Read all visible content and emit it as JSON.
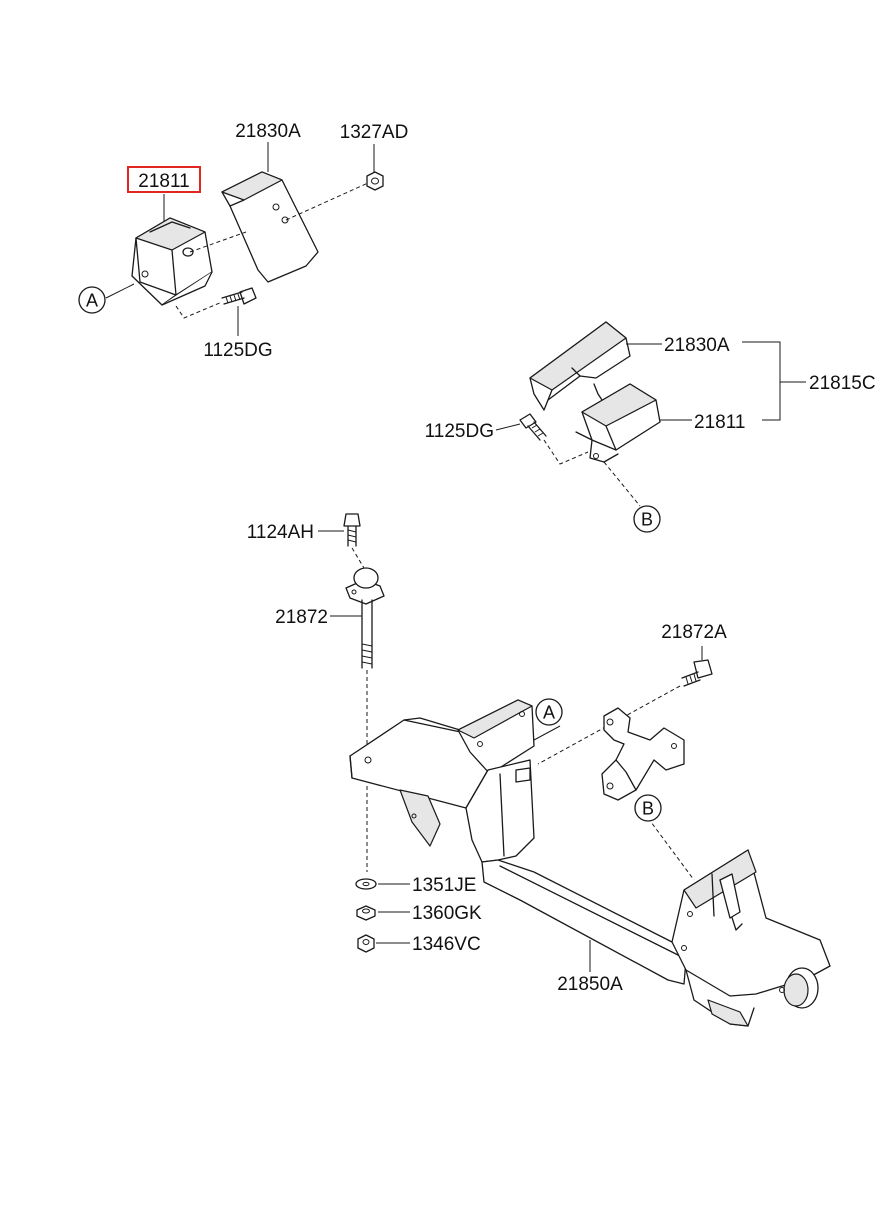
{
  "colors": {
    "highlight": "#e0261f",
    "ink": "#1a1a1a",
    "background": "#ffffff"
  },
  "labels": {
    "top_mount": "21811",
    "top_bracket": "21830A",
    "top_nut": "1327AD",
    "top_bolt": "1125DG",
    "right_bracket": "21830A",
    "right_assembly": "21815C",
    "right_bolt": "1125DG",
    "right_mount": "21811",
    "bolt_1124": "1124AH",
    "long_bolt": "21872",
    "side_bolt": "21872A",
    "washer": "1351JE",
    "nut_gk": "1360GK",
    "nut_vc": "1346VC",
    "crossmember": "21850A"
  },
  "refs": {
    "a_top": "A",
    "b_right": "B",
    "a_lower": "A",
    "b_lower": "B"
  },
  "highlighted_part": "21811"
}
